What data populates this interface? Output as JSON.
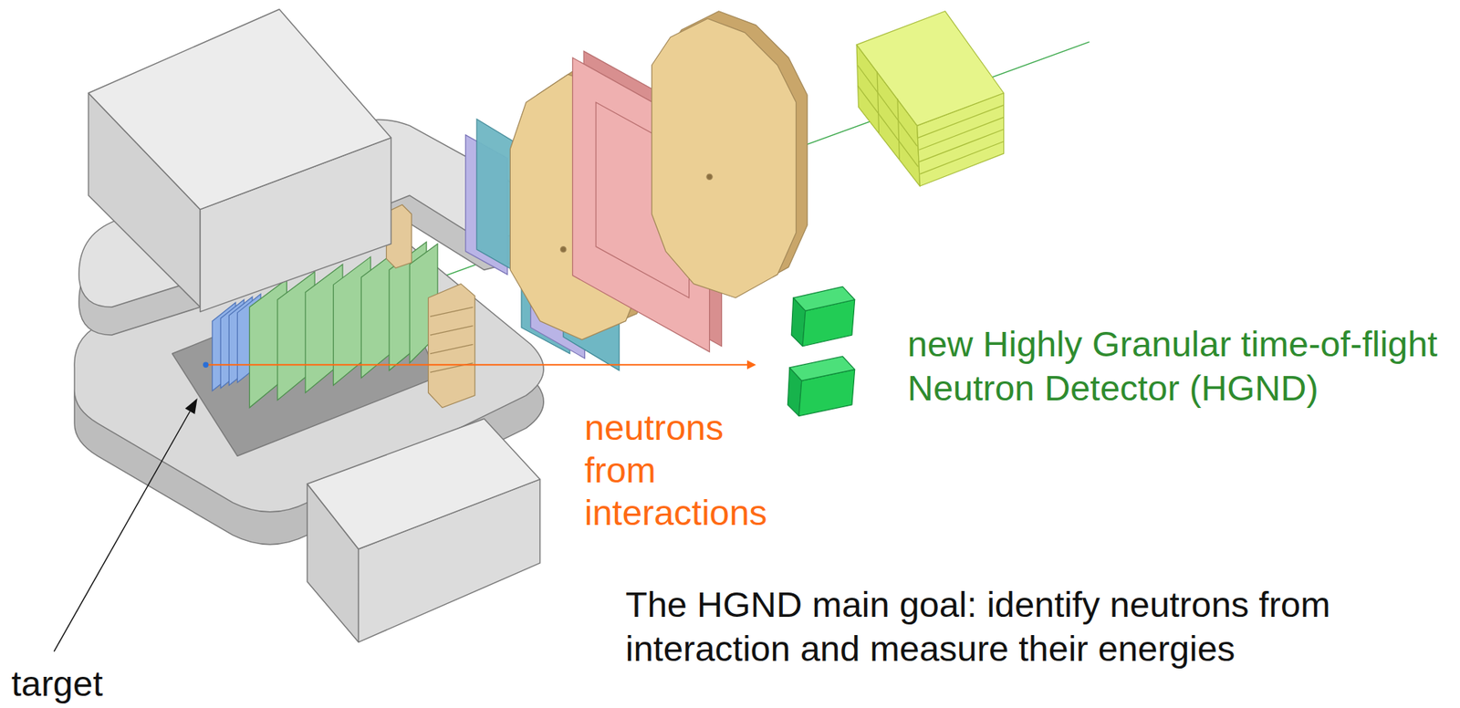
{
  "diagram": {
    "labels": [
      "target",
      "neutrons from interactions",
      "new Highly Granular time-of-flight Neutron Detector (HGND)",
      "The HGND main goal: identify neutrons from interaction and measure their energies"
    ]
  }
}
